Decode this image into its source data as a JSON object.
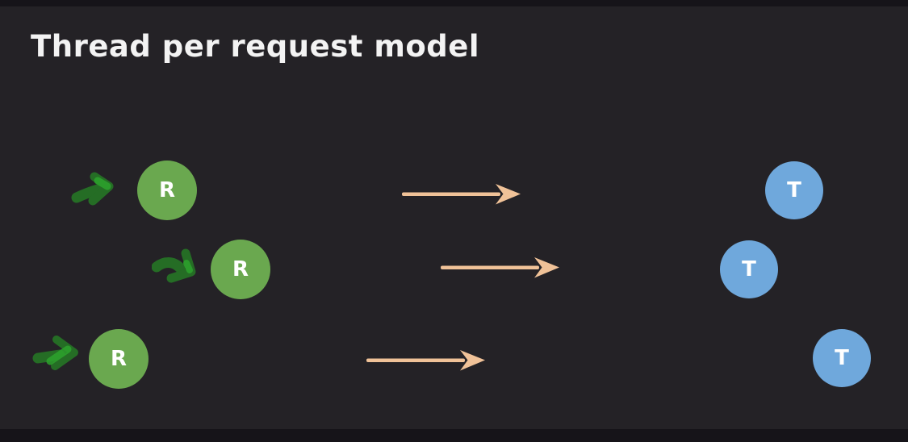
{
  "slide": {
    "title": "Thread per request model"
  },
  "theme": {
    "background": "#242226",
    "letterbox": "#161419",
    "title-color": "#f3f3f3",
    "label-color": "#ffffff",
    "request-color": "#6aa84f",
    "thread-color": "#6fa8dc",
    "flow-arrow-color": "#f0c298",
    "doodle-color": "#256d25",
    "doodle-bright": "#2da32d"
  },
  "legend": {
    "request_meaning": "Request (green circle R with incoming hand-drawn green arrow)",
    "thread_meaning": "Thread (blue circle T)",
    "flow_meaning": "Each request is dispatched to its own thread (peach arrow)"
  },
  "rows": [
    {
      "request_label": "R",
      "thread_label": "T"
    },
    {
      "request_label": "R",
      "thread_label": "T"
    },
    {
      "request_label": "R",
      "thread_label": "T"
    }
  ]
}
